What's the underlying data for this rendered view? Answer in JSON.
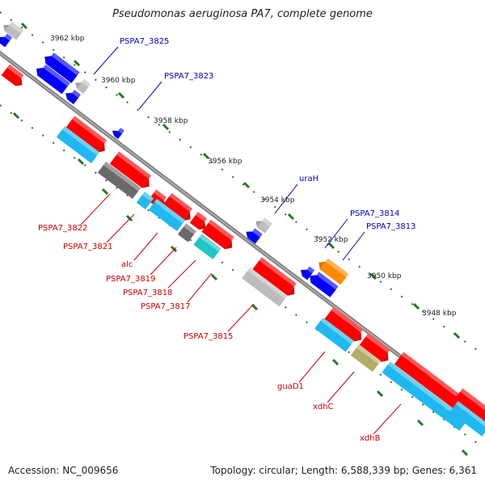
{
  "title": "Pseudomonas aeruginosa PA7, complete genome",
  "footer": {
    "accession": "Accession: NC_009656",
    "summary": "Topology: circular; Length: 6,588,339 bp; Genes: 6,361"
  },
  "colors": {
    "backbone": "#808080",
    "tick": "#1f7a1f",
    "forward_cds": "#ff0000",
    "reverse_cds": "#0000ff",
    "rna_cyan": "#1fb8f0",
    "misc_gray": "#bdbdbd",
    "dark_gray": "#6a6a6a",
    "teal": "#20c6c6",
    "olive": "#b3ad6a",
    "orange": "#ff8a00",
    "label_forward": "#cc0000",
    "label_reverse": "#0000cc"
  },
  "scale_labels": [
    "3962 kbp",
    "3960 kbp",
    "3958 kbp",
    "3956 kbp",
    "3954 kbp",
    "3952 kbp",
    "3950 kbp",
    "3948 kbp"
  ],
  "reverse_labels": [
    "PSPA7_3825",
    "PSPA7_3823",
    "uraH",
    "PSPA7_3814",
    "PSPA7_3813"
  ],
  "forward_labels": [
    "PSPA7_3822",
    "PSPA7_3821",
    "alc",
    "PSPA7_3819",
    "PSPA7_3818",
    "PSPA7_3817",
    "PSPA7_3815",
    "guaD1",
    "xdhC",
    "xdhB"
  ]
}
